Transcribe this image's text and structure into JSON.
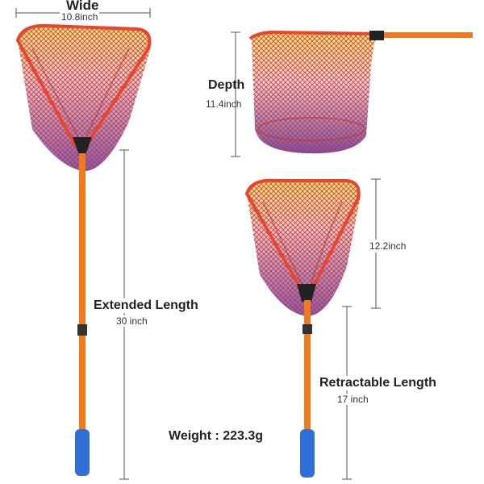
{
  "labels": {
    "wide_title": "Wide",
    "wide_value": "10.8inch",
    "depth_title": "Depth",
    "depth_value": "11.4inch",
    "height_value": "12.2inch",
    "extended_title": "Extended Length",
    "extended_value": "30 inch",
    "retract_title": "Retractable Length",
    "retract_value": "17 inch",
    "weight": "Weight : 223.3g"
  },
  "colors": {
    "frame": "#e8452c",
    "net_red": "#d63a2a",
    "net_yellow": "#f3df5c",
    "net_blue": "#5a4ab8",
    "handle": "#f07a1e",
    "grip": "#2f6fd6",
    "joint": "#222222"
  },
  "icons": {
    "net": "fishing-net-illustration"
  }
}
